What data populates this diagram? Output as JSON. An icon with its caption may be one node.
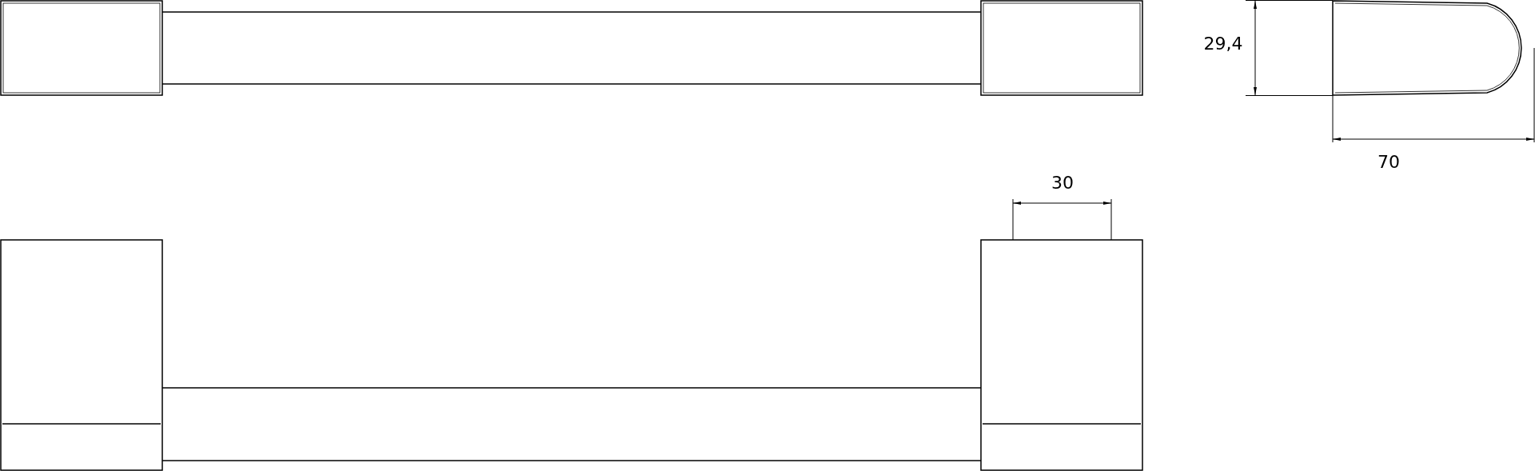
{
  "diagram": {
    "labels": [
      "29,4",
      "70",
      "30"
    ]
  }
}
